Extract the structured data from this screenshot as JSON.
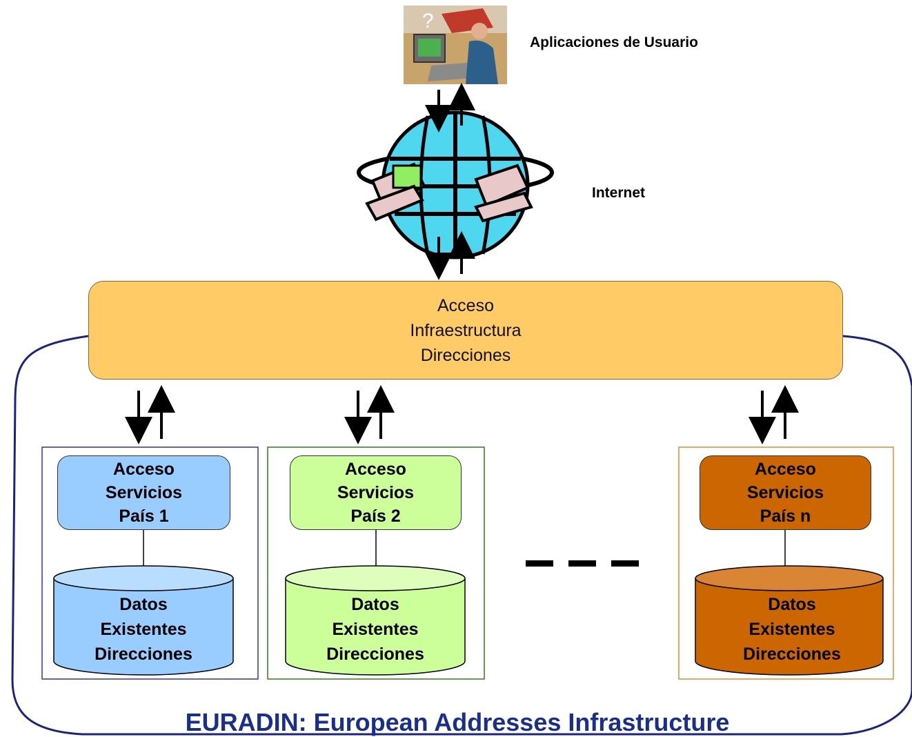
{
  "top": {
    "label": "Aplicaciones de Usuario",
    "icon": "computer-user-icon"
  },
  "internet": {
    "label": "Internet",
    "icon": "globe-network-icon"
  },
  "access_infra": {
    "lines": [
      "Acceso",
      "Infraestructura",
      "Direcciones"
    ]
  },
  "countries": [
    {
      "service_lines": [
        "Acceso",
        "Servicios",
        "País 1"
      ],
      "db_lines": [
        "Datos",
        "Existentes",
        "Direcciones"
      ],
      "fill": "#99ccff",
      "frame": "#333399"
    },
    {
      "service_lines": [
        "Acceso",
        "Servicios",
        "País 2"
      ],
      "db_lines": [
        "Datos",
        "Existentes",
        "Direcciones"
      ],
      "fill": "#ccff99",
      "frame": "#2e7d1e"
    },
    {
      "service_lines": [
        "Acceso",
        "Servicios",
        "País n"
      ],
      "db_lines": [
        "Datos",
        "Existentes",
        "Direcciones"
      ],
      "fill": "#cc6600",
      "frame": "#dd8a3a"
    }
  ],
  "ellipsis": "- - -",
  "footer": {
    "title": "EURADIN: European Addresses Infrastructure"
  },
  "colors": {
    "accent": "#1a2f8c",
    "infra_fill": "#fecb66"
  }
}
